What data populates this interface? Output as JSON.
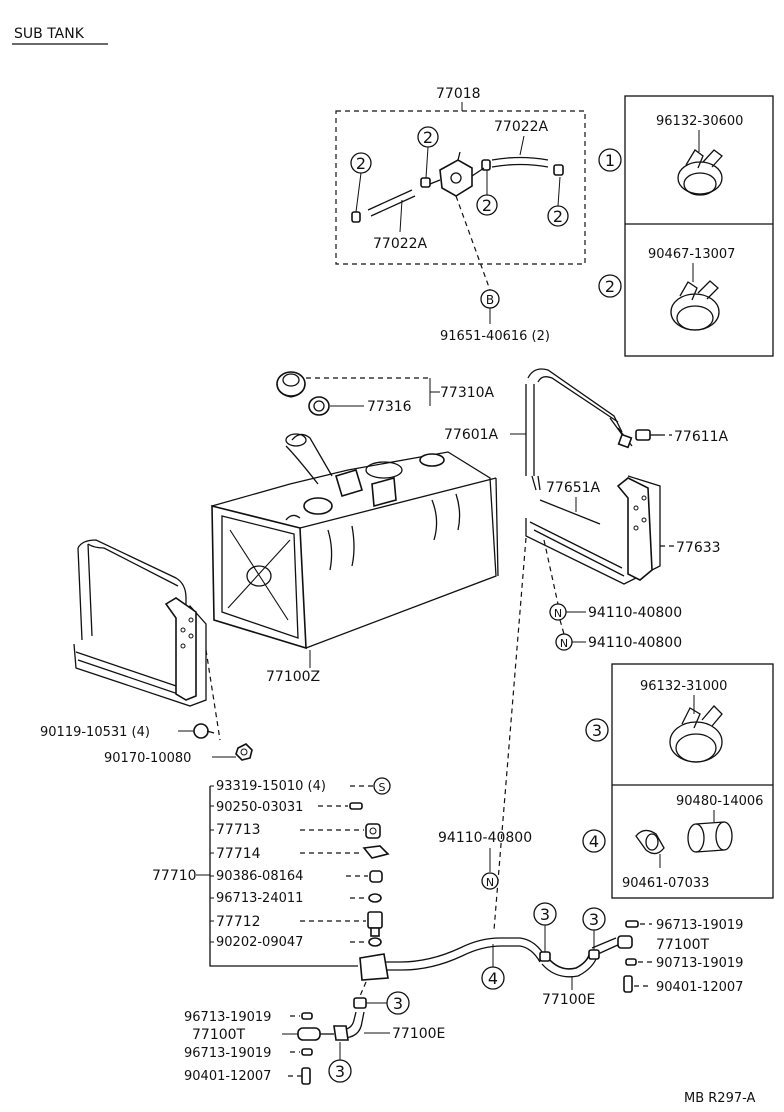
{
  "title": "SUB TANK",
  "footer_ref": "MB R297-A",
  "group_77018": {
    "label": "77018",
    "hose_top": "77022A",
    "hose_bottom": "77022A",
    "clip_marker": "2",
    "bolt_marker": "B",
    "bolt_part": "91651-40616 (2)"
  },
  "legend": {
    "item1_marker": "1",
    "item1_part": "96132-30600",
    "item2_marker": "2",
    "item2_part": "90467-13007",
    "item3_marker": "3",
    "item3_part": "96132-31000",
    "item4_marker": "4",
    "item4_part_a": "90480-14006",
    "item4_part_b": "90461-07033"
  },
  "tank": {
    "cap": "77310A",
    "gasket": "77316",
    "body": "77100Z",
    "band_upper": "77601A",
    "band_lower": "77651A",
    "band_bolt": "77611A",
    "bracket": "77633",
    "nut_marker": "N",
    "nut_part_1": "94110-40800",
    "nut_part_2": "94110-40800",
    "bolt_left": "90119-10531 (4)",
    "washer_left": "90170-10080"
  },
  "valve_group": {
    "label": "77710",
    "parts": [
      "93319-15010 (4)",
      "90250-03031",
      "77713",
      "77714",
      "90386-08164",
      "96713-24011",
      "77712",
      "90202-09047"
    ],
    "screw_marker": "S"
  },
  "pipe": {
    "nut_part": "94110-40800",
    "nut_marker": "N",
    "clamp_marker": "4",
    "clip_marker": "3",
    "hose_right": "77100E",
    "right_parts": [
      "96713-19019",
      "77100T",
      "90713-19019",
      "90401-12007"
    ],
    "hose_left": "77100E",
    "left_parts": [
      "96713-19019",
      "77100T",
      "96713-19019",
      "90401-12007"
    ]
  }
}
